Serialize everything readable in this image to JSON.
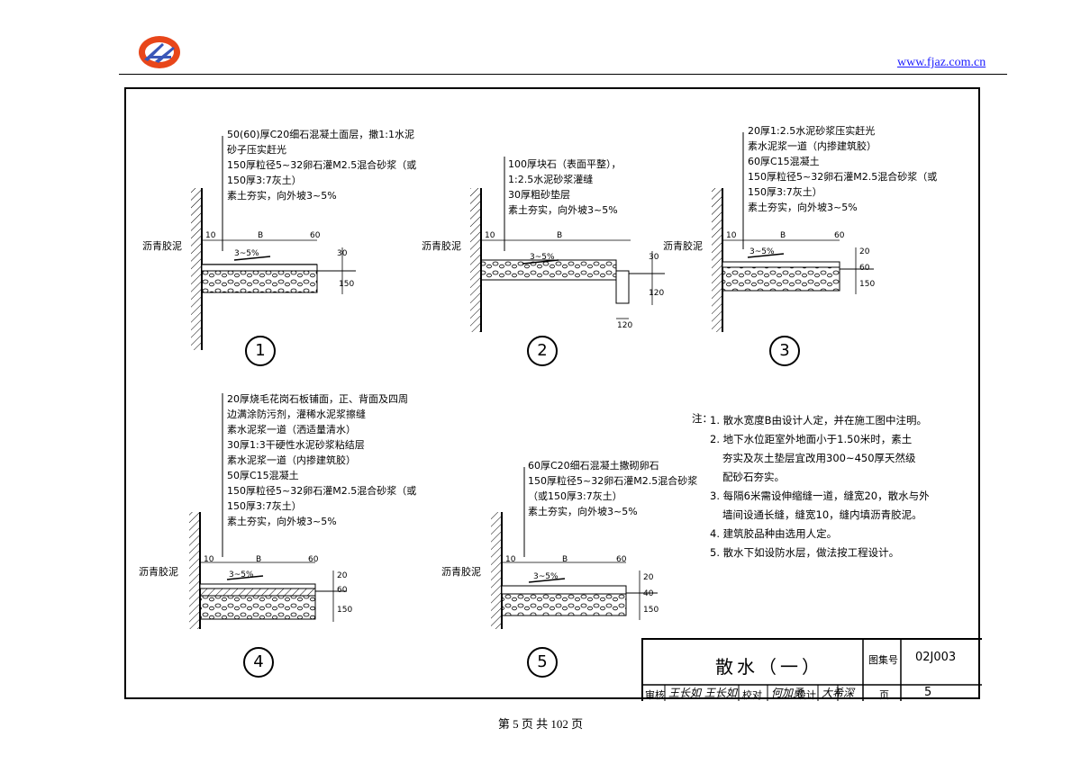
{
  "header": {
    "site_url": "www.fjaz.com.cn"
  },
  "details": [
    {
      "number": "1",
      "layers": [
        "50(60)厚C20细石混凝土面层，撒1:1水泥",
        "砂子压实赶光",
        "150厚粒径5~32卵石灌M2.5混合砂浆（或",
        "150厚3:7灰土）",
        "素土夯实，向外坡3~5%"
      ],
      "tag": "沥青胶泥",
      "dims": {
        "a": "10",
        "b": "B",
        "c": "60",
        "slope": "3~5%",
        "h1": "30",
        "h2": "150"
      }
    },
    {
      "number": "2",
      "layers": [
        "100厚块石（表面平整），",
        "1:2.5水泥砂浆灌缝",
        "30厚粗砂垫层",
        "素土夯实，向外坡3~5%"
      ],
      "tag": "沥青胶泥",
      "dims": {
        "a": "10",
        "b": "B",
        "slope": "3~5%",
        "h1": "30",
        "h2": "120",
        "w": "120"
      }
    },
    {
      "number": "3",
      "layers": [
        "20厚1:2.5水泥砂浆压实赶光",
        "素水泥浆一道（内掺建筑胶）",
        "60厚C15混凝土",
        "150厚粒径5~32卵石灌M2.5混合砂浆（或",
        "150厚3:7灰土）",
        "素土夯实，向外坡3~5%"
      ],
      "tag": "沥青胶泥",
      "dims": {
        "a": "10",
        "b": "B",
        "c": "60",
        "slope": "3~5%",
        "h1": "20",
        "h2": "60",
        "h3": "150"
      }
    },
    {
      "number": "4",
      "layers": [
        "20厚烧毛花岗石板铺面，正、背面及四周",
        "边满涂防污剂，灌稀水泥浆擦缝",
        "素水泥浆一道（洒适量清水）",
        "30厚1:3干硬性水泥砂浆粘结层",
        "素水泥浆一道（内掺建筑胶）",
        "50厚C15混凝土",
        "150厚粒径5~32卵石灌M2.5混合砂浆（或",
        "150厚3:7灰土）",
        "素土夯实，向外坡3~5%"
      ],
      "tag": "沥青胶泥",
      "dims": {
        "a": "10",
        "b": "B",
        "c": "60",
        "slope": "3~5%",
        "h1": "20",
        "h2": "60",
        "h3": "150"
      }
    },
    {
      "number": "5",
      "layers": [
        "60厚C20细石混凝土撒砌卵石",
        "150厚粒径5~32卵石灌M2.5混合砂浆",
        "（或150厚3:7灰土）",
        "素土夯实，向外坡3~5%"
      ],
      "tag": "沥青胶泥",
      "dims": {
        "a": "10",
        "b": "B",
        "c": "60",
        "slope": "3~5%",
        "h1": "20",
        "h2": "40",
        "h3": "150"
      }
    }
  ],
  "notes": {
    "heading": "注：",
    "items": [
      "1. 散水宽度B由设计人定，并在施工图中注明。",
      "2. 地下水位距室外地面小于1.50米时，素土",
      "夯实及灰土垫层宜改用300~450厚天然级",
      "配砂石夯实。",
      "3. 每隔6米需设伸缩缝一道，缝宽20，散水与外",
      "墙间设通长缝，缝宽10，缝内填沥青胶泥。",
      "4. 建筑胶品种由选用人定。",
      "5. 散水下如设防水层，做法按工程设计。"
    ]
  },
  "title_block": {
    "title": "散水（一）",
    "atlas_label": "图集号",
    "atlas_no": "02J003",
    "review_label": "审核",
    "check_label": "校对",
    "design_label": "设计",
    "page_label": "页",
    "page_no": "5",
    "sig_review": "王长如 王长如",
    "sig_check": "何加勇",
    "sig_design": "大希深"
  },
  "footer": {
    "text": "第 5 页 共 102 页"
  }
}
